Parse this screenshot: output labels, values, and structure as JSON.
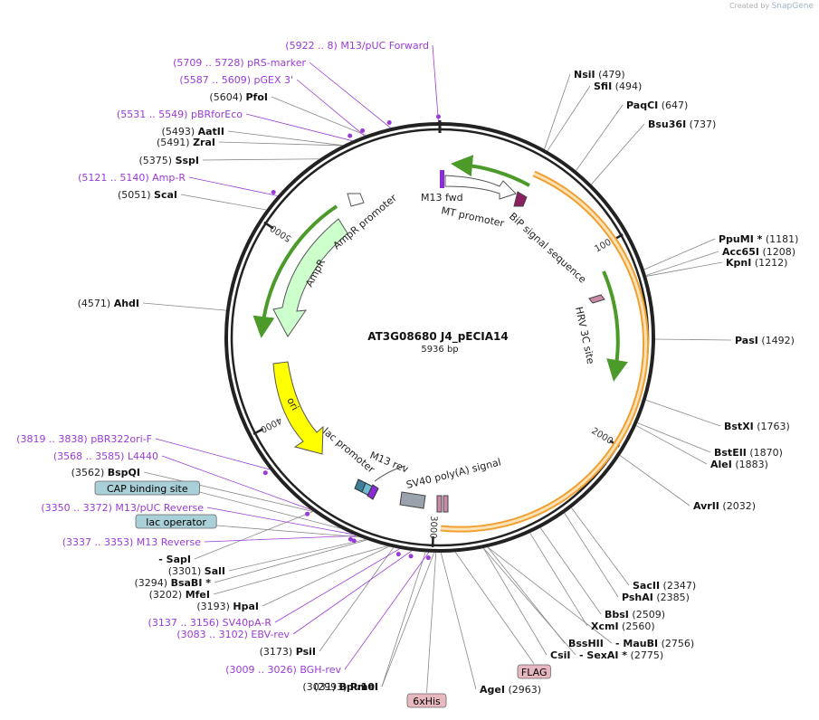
{
  "credit": {
    "prefix": "Created by",
    "brand": "SnapGene"
  },
  "plasmid": {
    "name": "AT3G08680 J4_pECIA14",
    "size_label": "5936 bp",
    "length": 5936
  },
  "ticks": [
    {
      "label": "1000",
      "pos": 1000
    },
    {
      "label": "2000",
      "pos": 2000
    },
    {
      "label": "3000",
      "pos": 3000
    },
    {
      "label": "4000",
      "pos": 4000
    },
    {
      "label": "5000",
      "pos": 5000
    }
  ],
  "sites_right": [
    {
      "name": "NsiI",
      "pos": "(479)",
      "bp": 479
    },
    {
      "name": "SfiI",
      "pos": "(494)",
      "bp": 494
    },
    {
      "name": "PaqCI",
      "pos": "(647)",
      "bp": 647
    },
    {
      "name": "Bsu36I",
      "pos": "(737)",
      "bp": 737
    },
    {
      "name": "PpuMI *",
      "pos": "(1181)",
      "bp": 1181
    },
    {
      "name": "Acc65I",
      "pos": "(1208)",
      "bp": 1208
    },
    {
      "name": "KpnI",
      "pos": "(1212)",
      "bp": 1212
    },
    {
      "name": "PasI",
      "pos": "(1492)",
      "bp": 1492
    },
    {
      "name": "BstXI",
      "pos": "(1763)",
      "bp": 1763
    },
    {
      "name": "BstEII",
      "pos": "(1870)",
      "bp": 1870
    },
    {
      "name": "AleI",
      "pos": "(1883)",
      "bp": 1883
    },
    {
      "name": "AvrII",
      "pos": "(2032)",
      "bp": 2032
    },
    {
      "name": "SacII",
      "pos": "(2347)",
      "bp": 2347
    },
    {
      "name": "PshAI",
      "pos": "(2385)",
      "bp": 2385
    },
    {
      "name": "BbsI",
      "pos": "(2509)",
      "bp": 2509
    },
    {
      "name": "XcmI",
      "pos": "(2560)",
      "bp": 2560
    },
    {
      "name": "BssHII",
      "pos": "",
      "bp": 2756
    },
    {
      "name": "- MauBI",
      "pos": "(2756)",
      "bp": 2756
    },
    {
      "name": "CsiI",
      "pos": "",
      "bp": 2775
    },
    {
      "name": "- SexAI *",
      "pos": "(2775)",
      "bp": 2775
    },
    {
      "name": "AgeI",
      "pos": "(2963)",
      "bp": 2963
    }
  ],
  "sites_left": [
    {
      "name": "PfoI",
      "pos": "(5604)",
      "bp": 5604
    },
    {
      "name": "AatII",
      "pos": "(5493)",
      "bp": 5493
    },
    {
      "name": "ZraI",
      "pos": "(5491)",
      "bp": 5491
    },
    {
      "name": "SspI",
      "pos": "(5375)",
      "bp": 5375
    },
    {
      "name": "ScaI",
      "pos": "(5051)",
      "bp": 5051
    },
    {
      "name": "AhdI",
      "pos": "(4571)",
      "bp": 4571
    },
    {
      "name": "BspQI",
      "pos": "(3562)",
      "bp": 3562
    },
    {
      "name": "- SapI",
      "pos": "",
      "bp": 3562
    },
    {
      "name": "SalI",
      "pos": "(3301)",
      "bp": 3301
    },
    {
      "name": "BsaBI *",
      "pos": "(3294)",
      "bp": 3294
    },
    {
      "name": "MfeI",
      "pos": "(3202)",
      "bp": 3202
    },
    {
      "name": "HpaI",
      "pos": "(3193)",
      "bp": 3193
    },
    {
      "name": "PsiI",
      "pos": "(3173)",
      "bp": 3173
    },
    {
      "name": "Bpu10I",
      "pos": "(3031)",
      "bp": 3031
    },
    {
      "name": "PmeI",
      "pos": "(2993)",
      "bp": 2993
    }
  ],
  "primers": [
    {
      "range": "(5922 .. 8)",
      "name": "M13/pUC Forward",
      "bp": 5930
    },
    {
      "range": "(5709 .. 5728)",
      "name": "pRS-marker",
      "bp": 5718
    },
    {
      "range": "(5587 .. 5609)",
      "name": "pGEX 3'",
      "bp": 5598
    },
    {
      "range": "(5531 .. 5549)",
      "name": "pBRforEco",
      "bp": 5540
    },
    {
      "range": "(5121 .. 5140)",
      "name": "Amp-R",
      "bp": 5130
    },
    {
      "range": "(3819 .. 3838)",
      "name": "pBR322ori-F",
      "bp": 3828
    },
    {
      "range": "(3568 .. 3585)",
      "name": "L4440",
      "bp": 3576
    },
    {
      "range": "(3350 .. 3372)",
      "name": "M13/pUC Reverse",
      "bp": 3361
    },
    {
      "range": "(3337 .. 3353)",
      "name": "M13 Reverse",
      "bp": 3345
    },
    {
      "range": "(3137 .. 3156)",
      "name": "SV40pA-R",
      "bp": 3146
    },
    {
      "range": "(3083 .. 3102)",
      "name": "EBV-rev",
      "bp": 3092
    },
    {
      "range": "(3009 .. 3026)",
      "name": "BGH-rev",
      "bp": 3017
    }
  ],
  "boxed_labels": [
    {
      "text": "CAP binding site",
      "color": "#a9cfd8",
      "bp": 3420
    },
    {
      "text": "lac operator",
      "color": "#a9cfd8",
      "bp": 3330
    },
    {
      "text": "FLAG",
      "color": "#e8b8c0",
      "bp": 2900
    },
    {
      "text": "6xHis",
      "color": "#e8b8c0",
      "bp": 2985
    }
  ],
  "features": [
    {
      "name": "M13 fwd"
    },
    {
      "name": "MT promoter"
    },
    {
      "name": "BiP signal sequence"
    },
    {
      "name": "HRV 3C site"
    },
    {
      "name": "SV40 poly(A) signal"
    },
    {
      "name": "M13 rev"
    },
    {
      "name": "lac promoter"
    },
    {
      "name": "ori"
    },
    {
      "name": "AmpR"
    },
    {
      "name": "AmpR promoter"
    }
  ],
  "colors": {
    "backbone": "#222222",
    "primer": "#9a3bd6",
    "orf_orange": "#f0a030",
    "green_arrow": "#4c9a2a",
    "ampr_fill": "#ccffcc",
    "ori_fill": "#ffff00",
    "bip_fill": "#8a2060"
  }
}
